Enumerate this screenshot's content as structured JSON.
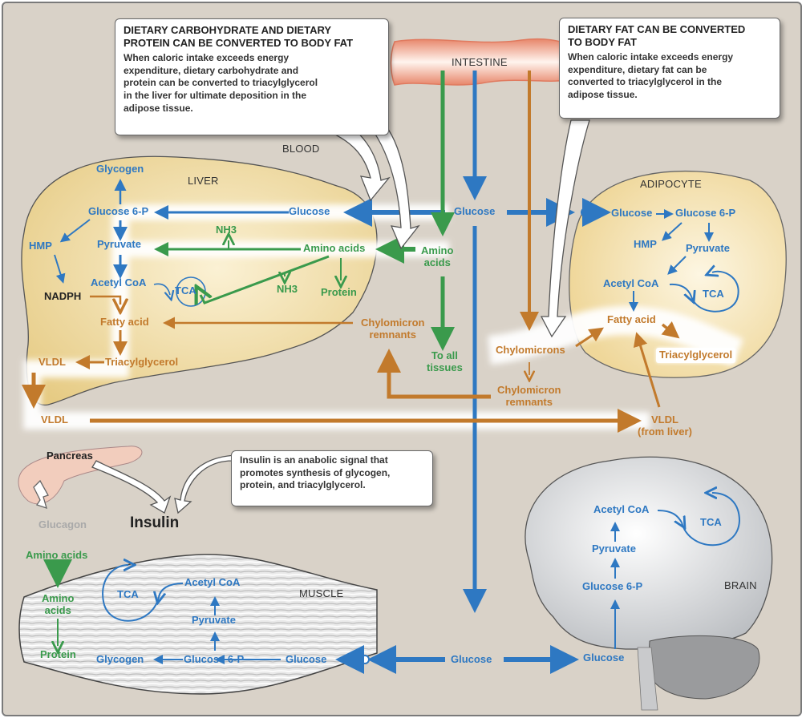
{
  "callouts": {
    "carb_protein": {
      "heading_line1": "DIETARY CARBOHYDRATE AND DIETARY",
      "heading_line2": "PROTEIN CAN BE CONVERTED TO BODY FAT",
      "body_lines": [
        "When caloric intake exceeds energy",
        "expenditure, dietary carbohydrate and",
        "protein can be converted to triacylglycerol",
        "in the liver for ultimate deposition in the",
        "adipose tissue."
      ]
    },
    "fat": {
      "heading_line1": "DIETARY FAT CAN BE CONVERTED",
      "heading_line2": "TO BODY FAT",
      "body_lines": [
        "When caloric intake exceeds energy",
        "expenditure, dietary fat can be",
        "converted to triacylglycerol  in the",
        "adipose tissue."
      ]
    },
    "insulin": {
      "body_lines": [
        "Insulin is an anabolic signal that",
        "promotes synthesis of glycogen,",
        "protein, and triacylglycerol."
      ]
    }
  },
  "organs": {
    "intestine": "INTESTINE",
    "blood": "BLOOD",
    "liver": "LIVER",
    "adipocyte": "ADIPOCYTE",
    "muscle": "MUSCLE",
    "brain": "BRAIN",
    "pancreas": "Pancreas"
  },
  "liver": {
    "glycogen": "Glycogen",
    "glucose6p": "Glucose 6-P",
    "hmp": "HMP",
    "pyruvate": "Pyruvate",
    "nadph": "NADPH",
    "acetyl_coa": "Acetyl CoA",
    "tca": "TCA",
    "nh3_top": "NH3",
    "nh3_bottom": "NH3",
    "protein": "Protein",
    "glucose": "Glucose",
    "amino_acids": "Amino acids",
    "fatty_acid": "Fatty acid",
    "triacylglycerol": "Triacylglycerol",
    "vldl_inner": "VLDL",
    "vldl_outer": "VLDL"
  },
  "blood": {
    "glucose": "Glucose",
    "amino_acids_line1": "Amino",
    "amino_acids_line2": "acids",
    "to_all_tissues_line1": "To all",
    "to_all_tissues_line2": "tissues",
    "chylomicron_remnants_left_line1": "Chylomicron",
    "chylomicron_remnants_left_line2": "remnants",
    "chylomicrons": "Chylomicrons",
    "chylomicron_remnants_right_line1": "Chylomicron",
    "chylomicron_remnants_right_line2": "remnants",
    "vldl_from_liver_line1": "VLDL",
    "vldl_from_liver_line2": "(from liver)",
    "glucose_bottom": "Glucose"
  },
  "adipocyte": {
    "glucose": "Glucose",
    "glucose6p": "Glucose 6-P",
    "hmp": "HMP",
    "pyruvate": "Pyruvate",
    "acetyl_coa": "Acetyl CoA",
    "tca": "TCA",
    "fatty_acid": "Fatty acid",
    "triacylglycerol": "Triacylglycerol"
  },
  "hormones": {
    "glucagon": "Glucagon",
    "insulin": "Insulin"
  },
  "muscle": {
    "amino_acids_outside": "Amino acids",
    "amino_acids_line1": "Amino",
    "amino_acids_line2": "acids",
    "protein": "Protein",
    "tca": "TCA",
    "acetyl_coa": "Acetyl CoA",
    "pyruvate": "Pyruvate",
    "glycogen": "Glycogen",
    "glucose6p": "Glucose 6-P",
    "glucose": "Glucose"
  },
  "brain": {
    "acetyl_coa": "Acetyl CoA",
    "tca": "TCA",
    "pyruvate": "Pyruvate",
    "glucose6p": "Glucose 6-P",
    "glucose": "Glucose"
  },
  "colors": {
    "glucose_pathway": "#2e78c2",
    "amino_acid_pathway": "#3a9a4c",
    "lipid_pathway": "#c27a2c",
    "background": "#d9d2c8",
    "liver_fill": "#e8cf8c",
    "adipocyte_fill": "#f3dfa8"
  }
}
